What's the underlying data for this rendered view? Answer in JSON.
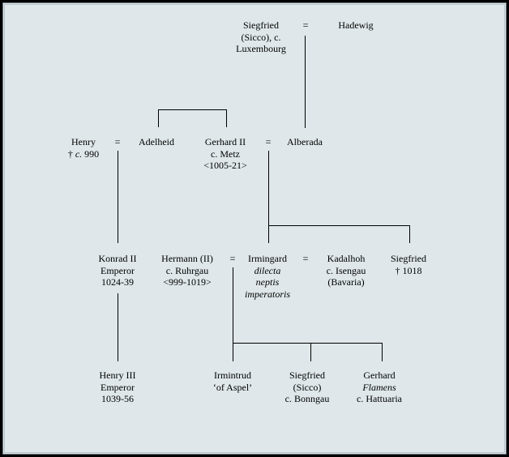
{
  "people": {
    "siegfried_sicco": [
      "Siegfried",
      "(Sicco), c.",
      "Luxembourg"
    ],
    "hadewig": [
      "Hadewig"
    ],
    "henry": [
      "Henry"
    ],
    "henry_death_mark": "† ",
    "henry_death_circa": "c.",
    "henry_death_year": " 990",
    "adelheid": [
      "Adelheid"
    ],
    "gerhard_ii": [
      "Gerhard II",
      "c. Metz",
      "<1005-21>"
    ],
    "alberada": [
      "Alberada"
    ],
    "konrad_ii": [
      "Konrad II",
      "Emperor",
      "1024-39"
    ],
    "hermann_ii": [
      "Hermann (II)",
      "c. Ruhrgau",
      "<999-1019>"
    ],
    "irmingard_name": "Irmingard",
    "irmingard_epithet": [
      "dilecta",
      "neptis",
      "imperatoris"
    ],
    "kadalhoh": [
      "Kadalhoh",
      "c. Isengau",
      "(Bavaria)"
    ],
    "siegfried_1018": [
      "Siegfried",
      "† 1018"
    ],
    "henry_iii": [
      "Henry III",
      "Emperor",
      "1039-56"
    ],
    "irmintrud": [
      "Irmintrud",
      "‘of Aspel’"
    ],
    "siegfried_sicco_jr": [
      "Siegfried",
      "(Sicco)",
      "c. Bonngau"
    ],
    "gerhard_name": "Gerhard",
    "gerhard_epithet": "Flamens",
    "gerhard_title": "c. Hattuaria"
  },
  "marriage_symbol": "="
}
